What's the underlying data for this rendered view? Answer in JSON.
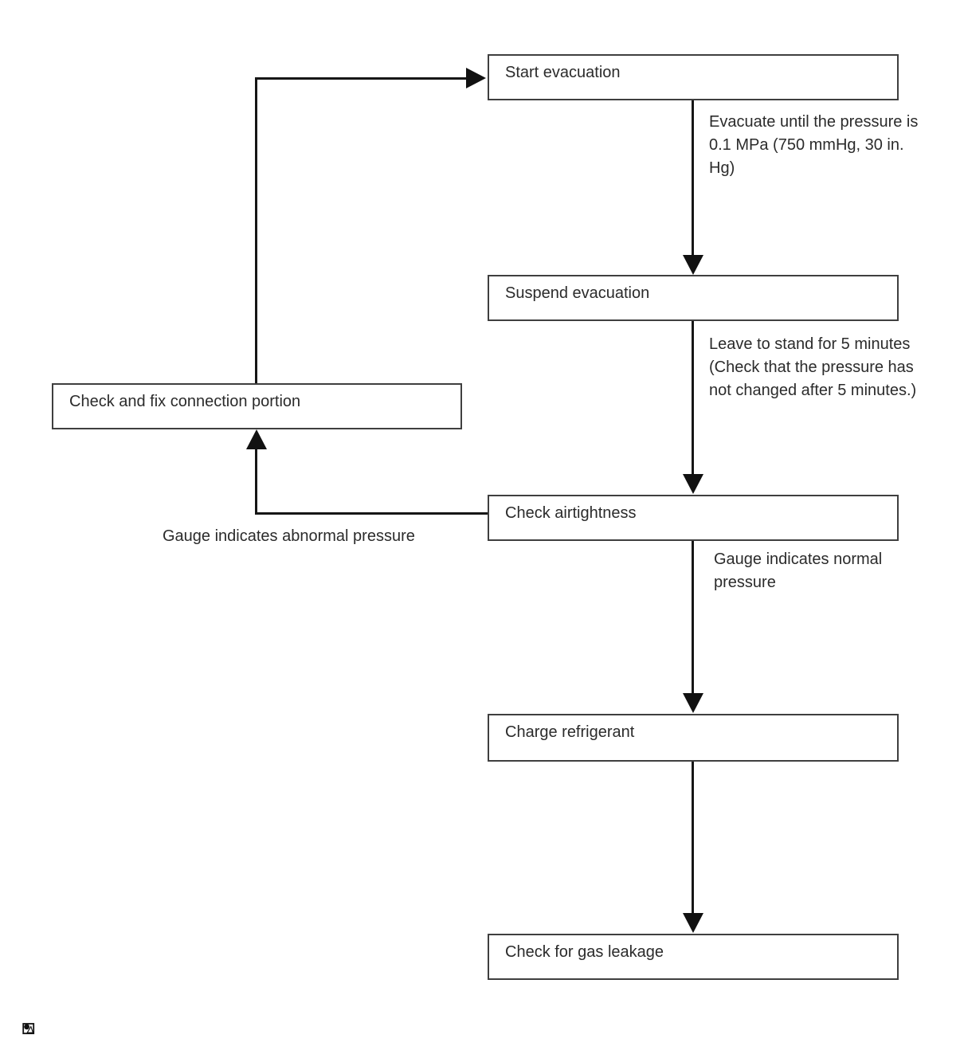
{
  "flowchart": {
    "nodes": [
      {
        "id": "start-evacuation",
        "label": "Start evacuation"
      },
      {
        "id": "suspend-evacuation",
        "label": "Suspend evacuation"
      },
      {
        "id": "check-airtightness",
        "label": "Check airtightness"
      },
      {
        "id": "charge-refrigerant",
        "label": "Charge refrigerant"
      },
      {
        "id": "check-gas-leakage",
        "label": "Check for gas leakage"
      },
      {
        "id": "check-fix-connection",
        "label": "Check and fix connection portion"
      }
    ],
    "notes": {
      "evacuate": "Evacuate until the pressure is\n0.1 MPa (750 mmHg, 30 in.\nHg)",
      "stand": "Leave to stand for 5 minutes\n(Check that the pressure has\nnot changed after 5 minutes.)",
      "normal": "Gauge indicates normal\npressure",
      "abnormal": "Gauge indicates abnormal pressure"
    },
    "edges": [
      {
        "from": "Start evacuation",
        "to": "Suspend evacuation",
        "label": "Evacuate until the pressure is 0.1 MPa (750 mmHg, 30 in. Hg)"
      },
      {
        "from": "Suspend evacuation",
        "to": "Check airtightness",
        "label": "Leave to stand for 5 minutes (Check that the pressure has not changed after 5 minutes.)"
      },
      {
        "from": "Check airtightness",
        "to": "Charge refrigerant",
        "label": "Gauge indicates normal pressure"
      },
      {
        "from": "Charge refrigerant",
        "to": "Check for gas leakage",
        "label": ""
      },
      {
        "from": "Check airtightness",
        "to": "Check and fix connection portion",
        "label": "Gauge indicates abnormal pressure"
      },
      {
        "from": "Check and fix connection portion",
        "to": "Start evacuation",
        "label": ""
      }
    ],
    "colors": {
      "line": "#161616",
      "box_border": "#3f3f3f",
      "text": "#2b2b2b",
      "background": "#ffffff"
    }
  },
  "icons": {
    "bottom_left": "image-placeholder-icon"
  }
}
